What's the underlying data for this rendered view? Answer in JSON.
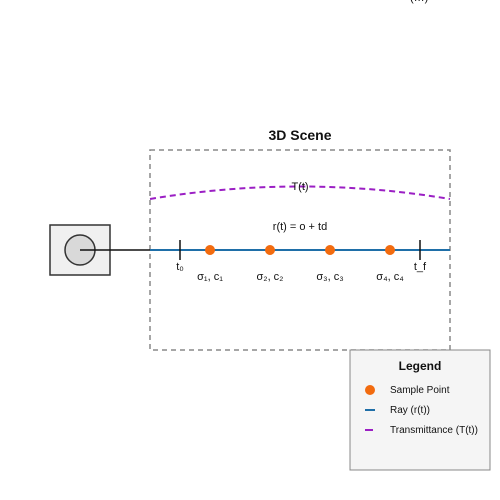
{
  "header_fragment": "(…)",
  "scene": {
    "title": "3D Scene",
    "transmittance_label": "T(t)",
    "ray_equation": "r(t) = o + td",
    "t_near_label": "t₀",
    "t_far_label": "t_f",
    "samples": [
      {
        "label": "σ₁, c₁"
      },
      {
        "label": "σ₂, c₂"
      },
      {
        "label": "σ₃, c₃"
      },
      {
        "label": "σ₄, c₄"
      }
    ]
  },
  "legend": {
    "title": "Legend",
    "items": [
      {
        "label": "Sample Point"
      },
      {
        "label": "Ray (r(t))"
      },
      {
        "label": "Transmittance (T(t))"
      }
    ]
  },
  "colors": {
    "ray": "#1f6fa8",
    "sample": "#f26b0f",
    "transmittance": "#9b1fc4",
    "box": "#888888",
    "camera_fill": "#f0f0f0",
    "lens_fill": "#d9d9d9"
  }
}
